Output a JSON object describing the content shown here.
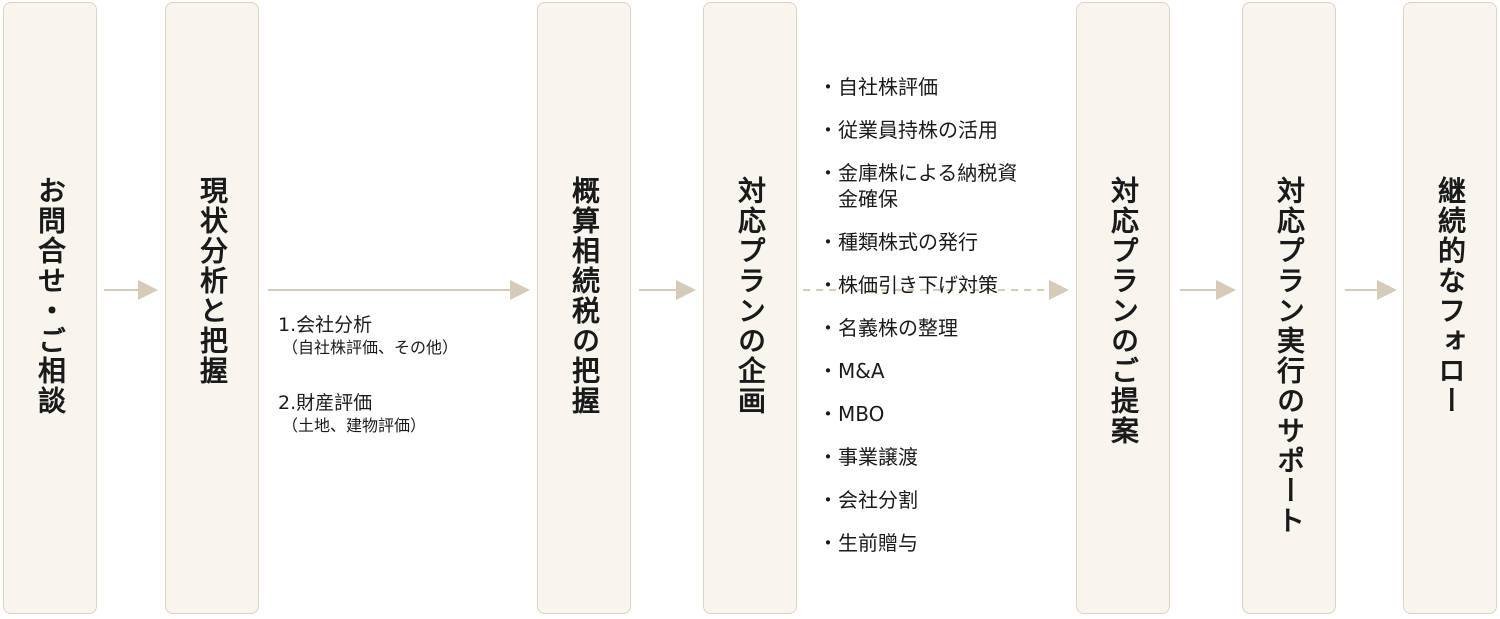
{
  "steps": [
    {
      "label": "お問合せ・ご相談"
    },
    {
      "label": "現状分析と把握"
    },
    {
      "label": "概算相続税の把握"
    },
    {
      "label": "対応プランの企画"
    },
    {
      "label": "対応プランのご提案"
    },
    {
      "label": "対応プラン実行のサポート"
    },
    {
      "label": "継続的なフォロー"
    }
  ],
  "analysis_items": [
    {
      "title": "1.会社分析",
      "note": "（自社株評価、その他）"
    },
    {
      "title": "2.財産評価",
      "note": "（土地、建物評価）"
    }
  ],
  "plan_options": [
    {
      "bullet": "・",
      "lines": [
        "自社株評価"
      ]
    },
    {
      "bullet": "・",
      "lines": [
        "従業員持株の活用"
      ]
    },
    {
      "bullet": "・",
      "lines": [
        "金庫株による納税資",
        "金確保"
      ]
    },
    {
      "bullet": "・",
      "lines": [
        "種類株式の発行"
      ]
    },
    {
      "bullet": "・",
      "lines": [
        "株価引き下げ対策"
      ]
    },
    {
      "bullet": "・",
      "lines": [
        "名義株の整理"
      ]
    },
    {
      "bullet": "・",
      "lines": [
        "M&A"
      ]
    },
    {
      "bullet": "・",
      "lines": [
        "MBO"
      ]
    },
    {
      "bullet": "・",
      "lines": [
        "事業譲渡"
      ]
    },
    {
      "bullet": "・",
      "lines": [
        "会社分割"
      ]
    },
    {
      "bullet": "・",
      "lines": [
        "生前贈与"
      ]
    }
  ],
  "colors": {
    "box_fill": "#f8f5ef",
    "box_border": "#ddd3c2",
    "arrow": "#d6cbb8",
    "text": "#1a1a1a"
  }
}
